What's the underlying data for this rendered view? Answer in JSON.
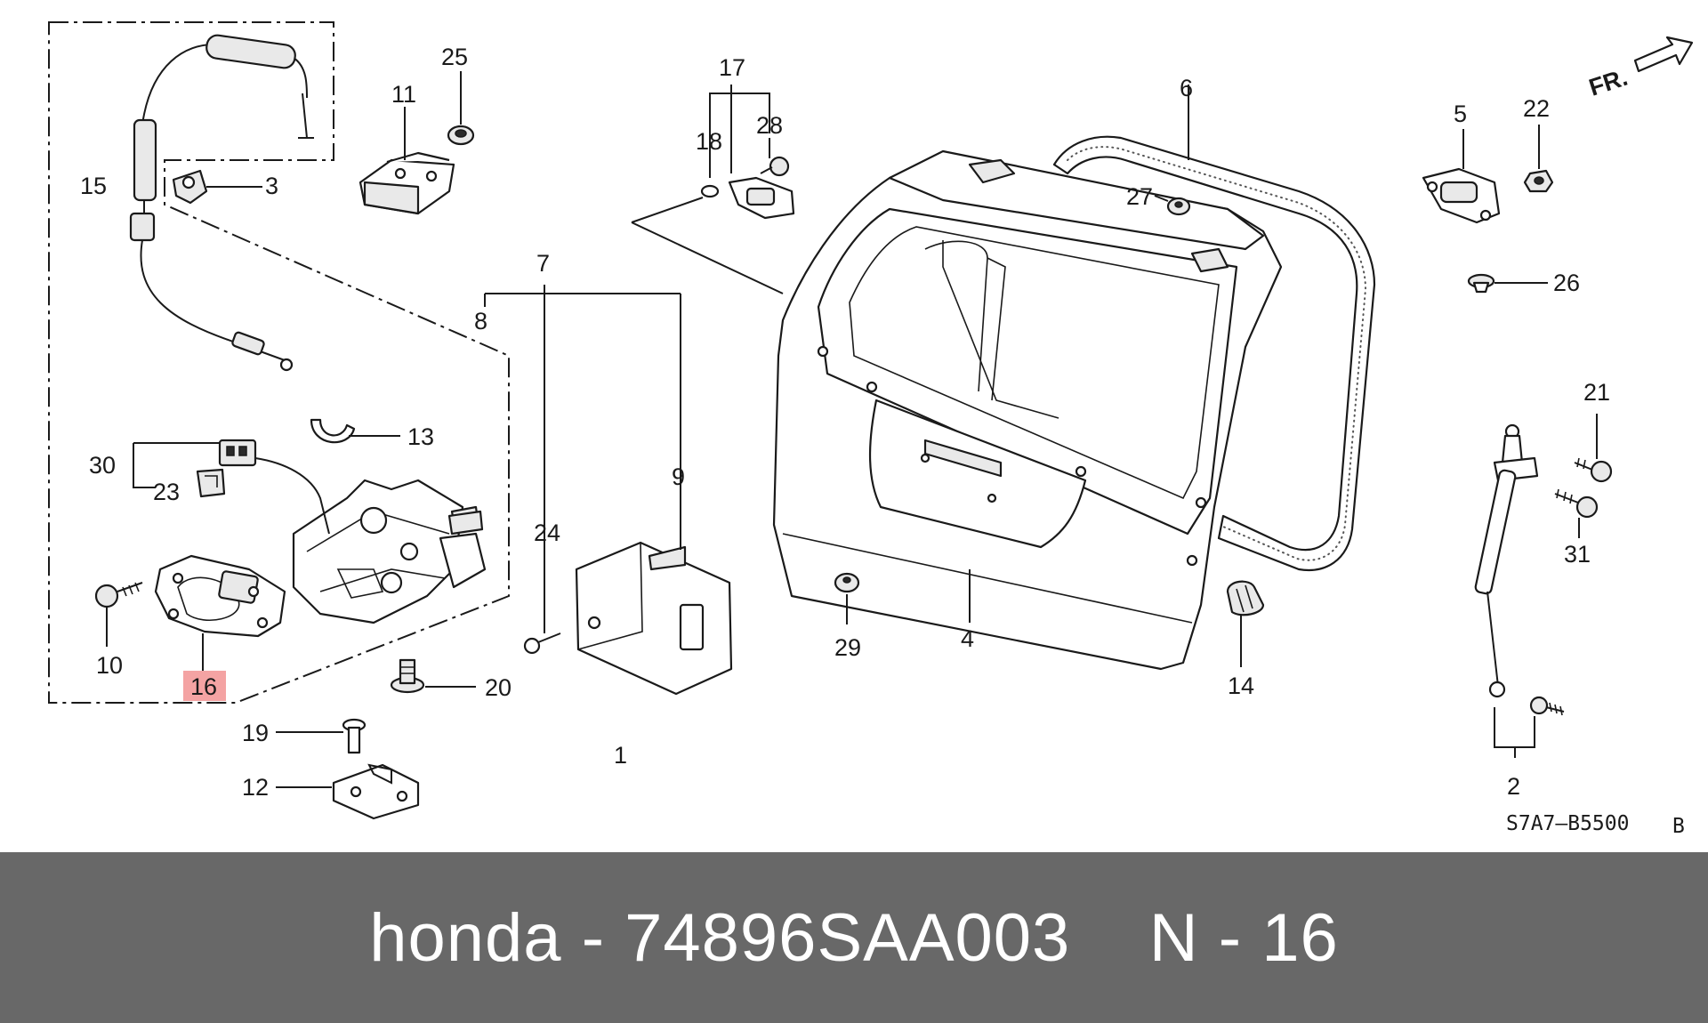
{
  "callouts": {
    "p1": "1",
    "p2": "2",
    "p3": "3",
    "p4": "4",
    "p5": "5",
    "p6": "6",
    "p7": "7",
    "p8": "8",
    "p9": "9",
    "p10": "10",
    "p11": "11",
    "p12": "12",
    "p13": "13",
    "p14": "14",
    "p15": "15",
    "p16": "16",
    "p17": "17",
    "p18": "18",
    "p19": "19",
    "p20": "20",
    "p21": "21",
    "p22": "22",
    "p23": "23",
    "p24": "24",
    "p25": "25",
    "p26": "26",
    "p27": "27",
    "p28": "28",
    "p29": "29",
    "p30": "30",
    "p31": "31"
  },
  "highlight": {
    "part": "16",
    "color": "#f4a3a3"
  },
  "direction": {
    "label": "FR."
  },
  "diagram_code": "S7A7—B5500",
  "diagram_code_suffix": "B",
  "footer": {
    "text": "honda - 74896SAA003    N - 16"
  },
  "colors": {
    "footer_bg": "#686868",
    "footer_text": "#ffffff",
    "line": "#1a1a1a"
  }
}
